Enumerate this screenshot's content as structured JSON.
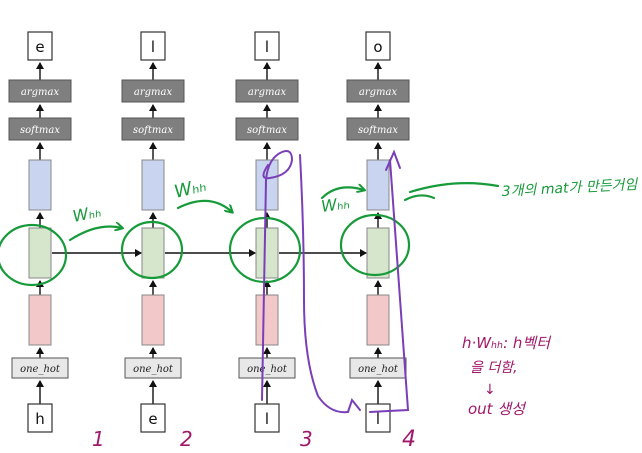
{
  "diagram": {
    "outputs": [
      "e",
      "l",
      "l",
      "o"
    ],
    "inputs": [
      "h",
      "e",
      "l",
      "l"
    ],
    "layer_labels": {
      "argmax": "argmax",
      "softmax": "softmax",
      "one_hot": "one_hot"
    },
    "colors": {
      "output_box": "#c8d4f0",
      "hidden_box": "#d5e6cc",
      "input_box": "#f2c8c8",
      "layer_box": "#7f7f7f",
      "ink_green": "#179a3a",
      "ink_purple": "#7a3fb8",
      "ink_red": "#a0186a"
    }
  },
  "annotations": {
    "weight_labels": [
      "Wₕₕ",
      "Wₕₕ",
      "Wₕₕ"
    ],
    "matrix_note": "3개의 mat가 만든거임",
    "step_numbers": [
      "1",
      "2",
      "3",
      "4"
    ],
    "side_note": [
      "h·Wₕₕ: h벡터",
      "을 더함,",
      "↓",
      "out 생성"
    ]
  }
}
